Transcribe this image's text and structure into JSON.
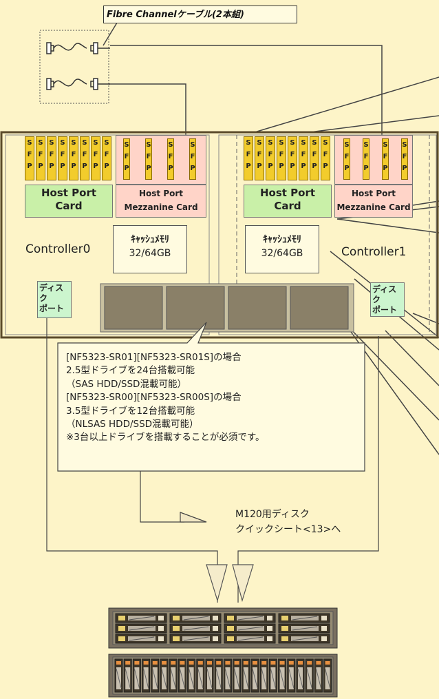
{
  "fc_cable_label": "Fibre Channelケーブル(2本組)",
  "controller0": {
    "label": "Controller0",
    "host_port_card": [
      "Host Port",
      "Card"
    ],
    "mezzanine_card": [
      "Host Port",
      "Mezzanine Card"
    ],
    "cache_title": "ｷｬｯｼｭﾒﾓﾘ",
    "cache_size": "32/64GB",
    "disk_port": [
      "ディスク",
      "ポート"
    ]
  },
  "controller1": {
    "label": "Controller1",
    "host_port_card": [
      "Host Port",
      "Card"
    ],
    "mezzanine_card": [
      "Host Port",
      "Mezzanine Card"
    ],
    "cache_title": "ｷｬｯｼｭﾒﾓﾘ",
    "cache_size": "32/64GB",
    "disk_port": [
      "ディスク",
      "ポート"
    ]
  },
  "sfp_letters": [
    "S",
    "F",
    "P"
  ],
  "callout_lines": [
    "[NF5323-SR01][NF5323-SR01S]の場合",
    " 2.5型ドライブを24台搭載可能",
    "（SAS HDD/SSD混載可能）",
    "[NF5323-SR00][NF5323-SR00S]の場合",
    " 3.5型ドライブを12台搭載可能",
    "（NLSAS HDD/SSD混載可能）",
    "  ※3台以上ドライブを搭載することが必須です。"
  ],
  "quick_sheet": [
    "M120用ディスク",
    "クイックシート<13>へ"
  ]
}
